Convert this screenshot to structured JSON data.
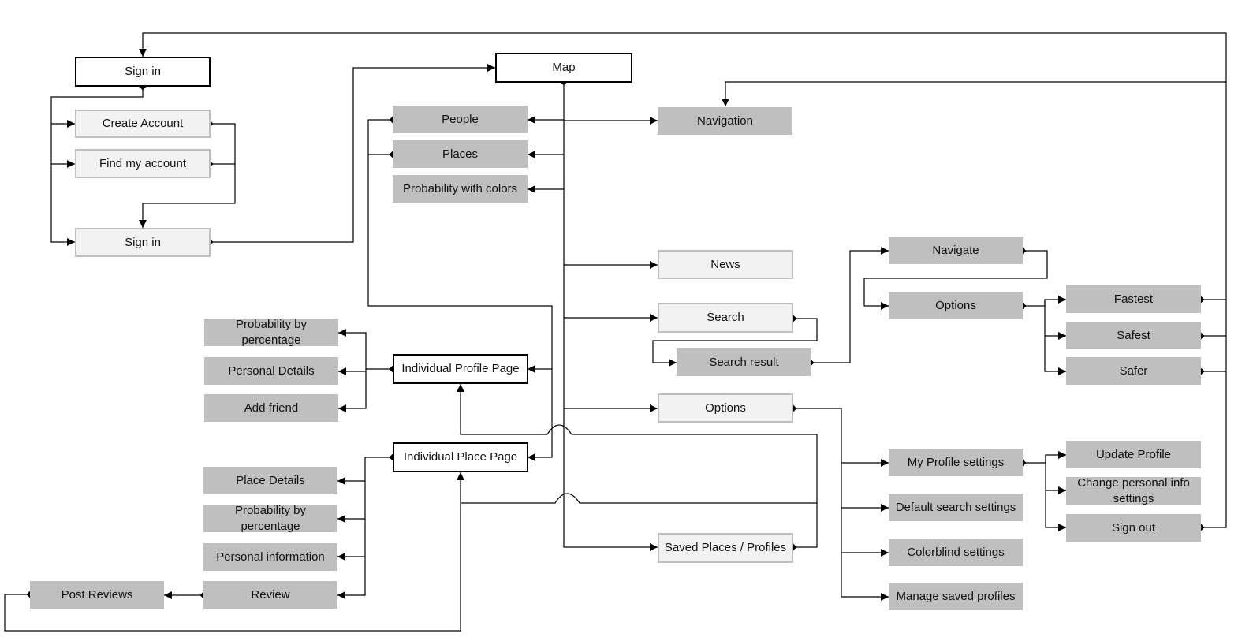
{
  "nodes": {
    "sign_in_top": "Sign in",
    "create_account": "Create Account",
    "find_my_account": "Find my account",
    "sign_in_bottom": "Sign in",
    "map": "Map",
    "people": "People",
    "places": "Places",
    "probability_with_colors": "Probability with colors",
    "navigation": "Navigation",
    "news": "News",
    "search": "Search",
    "search_result": "Search result",
    "navigate": "Navigate",
    "route_options": "Options",
    "fastest": "Fastest",
    "safest": "Safest",
    "safer": "Safer",
    "options": "Options",
    "my_profile_settings": "My Profile settings",
    "update_profile": "Update Profile",
    "change_personal_info_settings": "Change personal info settings",
    "sign_out": "Sign out",
    "default_search_settings": "Default search settings",
    "colorblind_settings": "Colorblind settings",
    "manage_saved_profiles": "Manage saved profiles",
    "saved_places_profiles": "Saved Places / Profiles",
    "individual_profile_page": "Individual Profile Page",
    "probability_by_percentage_profile": "Probability by percentage",
    "personal_details": "Personal Details",
    "add_friend": "Add friend",
    "individual_place_page": "Individual Place Page",
    "place_details": "Place Details",
    "probability_by_percentage_place": "Probability by percentage",
    "personal_information": "Personal information",
    "review": "Review",
    "post_reviews": "Post Reviews"
  }
}
